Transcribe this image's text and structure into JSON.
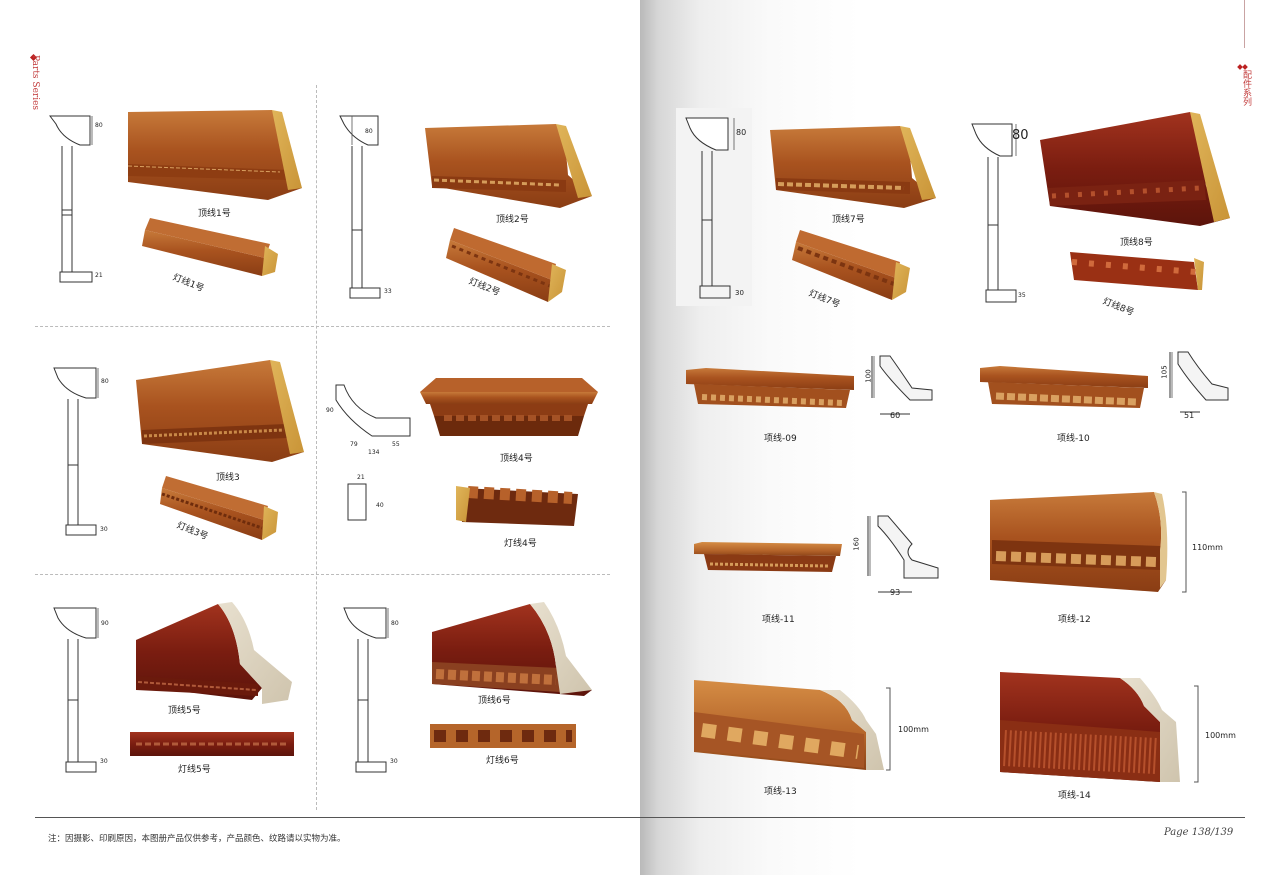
{
  "side_labels": {
    "left": "Parts Series",
    "right": "配件系列"
  },
  "note": "注：因摄影、印刷原因，本图册产品仅供参考，产品颜色、纹路请以实物为准。",
  "page_number": "Page 138/139",
  "left": {
    "p1": {
      "top_label": "顶线1号",
      "light_label": "灯线1号",
      "dims": [
        "80",
        "21"
      ]
    },
    "p2": {
      "top_label": "顶线2号",
      "light_label": "灯线2号",
      "dims": [
        "80",
        "33"
      ]
    },
    "p3": {
      "top_label": "顶线3",
      "light_label": "灯线3号",
      "dims": [
        "80",
        "30"
      ]
    },
    "p4": {
      "top_label": "顶线4号",
      "light_label": "灯线4号",
      "dims": [
        "90",
        "79",
        "55",
        "134",
        "21",
        "40"
      ]
    },
    "p5": {
      "top_label": "顶线5号",
      "light_label": "灯线5号",
      "dims": [
        "90",
        "30"
      ]
    },
    "p6": {
      "top_label": "顶线6号",
      "light_label": "灯线6号",
      "dims": [
        "80",
        "30"
      ]
    }
  },
  "right": {
    "p7": {
      "top_label": "顶线7号",
      "light_label": "灯线7号",
      "dims": [
        "80",
        "30"
      ]
    },
    "p8": {
      "top_label": "顶线8号",
      "light_label": "灯线8号",
      "dims": [
        "80",
        "35"
      ]
    },
    "p09": {
      "label": "项线-09",
      "dims": [
        "100",
        "60"
      ]
    },
    "p10": {
      "label": "项线-10",
      "dims": [
        "105",
        "51"
      ]
    },
    "p11": {
      "label": "项线-11",
      "dims": [
        "160",
        "93"
      ]
    },
    "p12": {
      "label": "项线-12",
      "size": "110mm"
    },
    "p13": {
      "label": "项线-13",
      "size": "100mm"
    },
    "p14": {
      "label": "项线-14",
      "size": "100mm"
    }
  }
}
